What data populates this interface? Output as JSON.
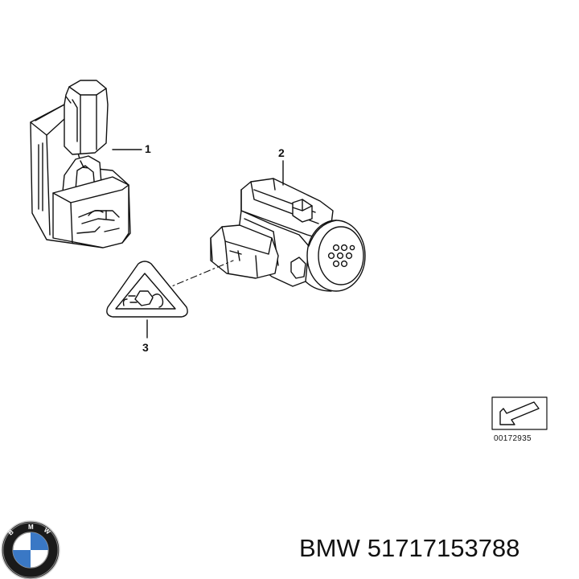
{
  "callouts": {
    "c1": "1",
    "c2": "2",
    "c3": "3"
  },
  "reference": {
    "code": "00172935",
    "icon": "arrow-left-down-icon"
  },
  "footer": {
    "brand": "BMW",
    "part_number": "51717153788"
  },
  "logo": {
    "letters": [
      "B",
      "M",
      "W"
    ],
    "colors": {
      "blue": "#3a78c5",
      "ring": "#1a1a1a",
      "white": "#ffffff"
    }
  }
}
